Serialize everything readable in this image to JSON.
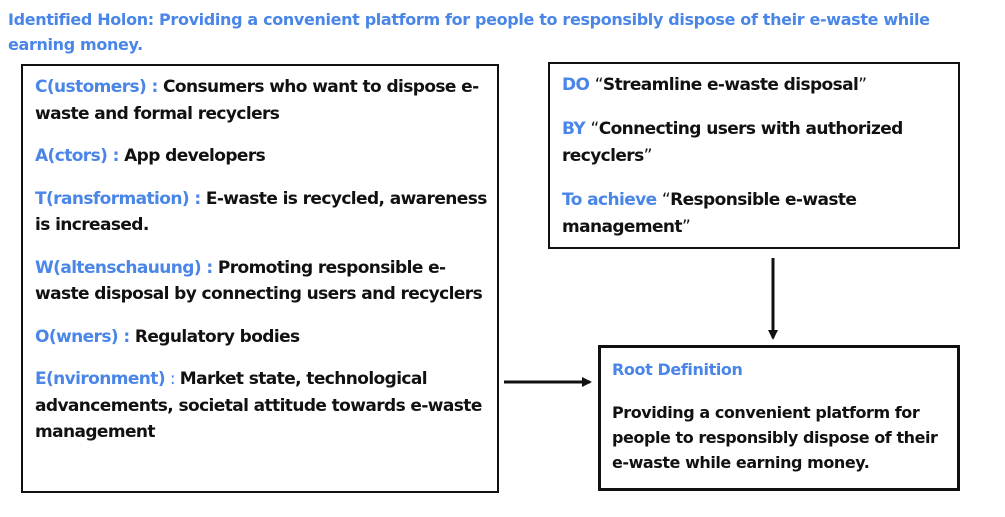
{
  "title": "Identified Holon: Providing a convenient platform for people to responsibly dispose of their e-waste while earning money.",
  "catwoe": [
    {
      "key": "C(ustomers)",
      "sep": " : ",
      "value": "Consumers who want to dispose e-waste and formal recyclers"
    },
    {
      "key": "A(ctors)",
      "sep": " : ",
      "value": "App developers"
    },
    {
      "key": "T(ransformation)",
      "sep": " : ",
      "value": "E-waste is recycled, awareness is increased."
    },
    {
      "key": "W(altenschauung)",
      "sep": " : ",
      "value": "Promoting responsible e-waste disposal by connecting users and recyclers"
    },
    {
      "key": "O(wners)",
      "sep": " : ",
      "value": "Regulatory bodies"
    },
    {
      "key": "E(nvironment)",
      "sep": " : ",
      "value": "Market state, technological advancements, societal attitude towards e-waste management"
    }
  ],
  "do_by_to": {
    "do": {
      "key": "DO",
      "value": "Streamline e-waste disposal"
    },
    "by": {
      "key": "BY",
      "value": "Connecting users with authorized recyclers"
    },
    "to": {
      "key": "To achieve",
      "value": "Responsible e-waste management"
    },
    "open_quote": "“",
    "close_quote": "”"
  },
  "root_definition": {
    "heading": "Root Definition",
    "text": "Providing a convenient platform for people to responsibly dispose of their e-waste while earning money."
  }
}
